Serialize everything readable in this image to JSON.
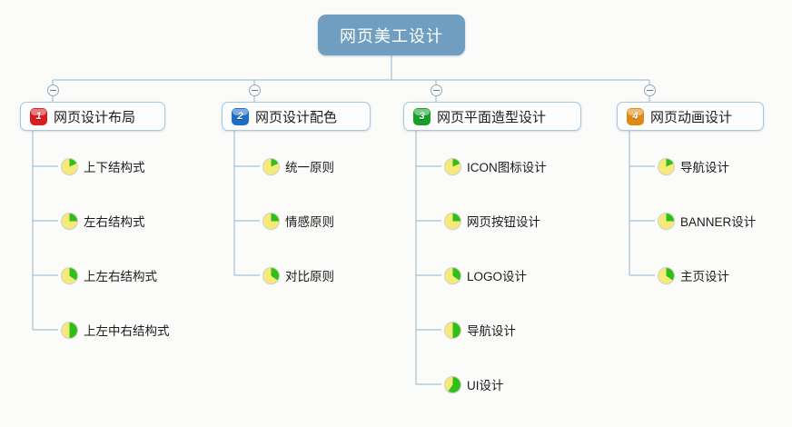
{
  "diagram": {
    "title": "网页美工设计",
    "type": "mindmap-tree",
    "background_color": "#fbfbfa",
    "root": {
      "label": "网页美工设计",
      "fill_color": "#6f9ec0",
      "text_color": "#ffffff"
    },
    "connector_color": "#8fb4cf",
    "collapse_icon": "minus-circle-icon",
    "branches": [
      {
        "number": "1",
        "label": "网页设计布局",
        "badge_color": "#d81e20",
        "badge_shape": "rounded-square",
        "children": [
          {
            "label": "上下结构式",
            "icon": "pie-progress-icon",
            "fill_percent": 18
          },
          {
            "label": "左右结构式",
            "icon": "pie-progress-icon",
            "fill_percent": 25
          },
          {
            "label": "上左右结构式",
            "icon": "pie-progress-icon",
            "fill_percent": 35
          },
          {
            "label": "上左中右结构式",
            "icon": "pie-progress-icon",
            "fill_percent": 50
          }
        ]
      },
      {
        "number": "2",
        "label": "网页设计配色",
        "badge_color": "#1e6fc4",
        "badge_shape": "rounded-square",
        "children": [
          {
            "label": "统一原则",
            "icon": "pie-progress-icon",
            "fill_percent": 18
          },
          {
            "label": "情感原则",
            "icon": "pie-progress-icon",
            "fill_percent": 25
          },
          {
            "label": "对比原则",
            "icon": "pie-progress-icon",
            "fill_percent": 35
          }
        ]
      },
      {
        "number": "3",
        "label": "网页平面造型设计",
        "badge_color": "#16a02a",
        "badge_shape": "rounded-square",
        "children": [
          {
            "label": "ICON图标设计",
            "icon": "pie-progress-icon",
            "fill_percent": 18
          },
          {
            "label": "网页按钮设计",
            "icon": "pie-progress-icon",
            "fill_percent": 25
          },
          {
            "label": "LOGO设计",
            "icon": "pie-progress-icon",
            "fill_percent": 35
          },
          {
            "label": "导航设计",
            "icon": "pie-progress-icon",
            "fill_percent": 50
          },
          {
            "label": "UI设计",
            "icon": "pie-progress-icon",
            "fill_percent": 60
          }
        ]
      },
      {
        "number": "4",
        "label": "网页动画设计",
        "badge_color": "#e08a16",
        "badge_shape": "rounded-square",
        "children": [
          {
            "label": "导航设计",
            "icon": "pie-progress-icon",
            "fill_percent": 18
          },
          {
            "label": "BANNER设计",
            "icon": "pie-progress-icon",
            "fill_percent": 25
          },
          {
            "label": "主页设计",
            "icon": "pie-progress-icon",
            "fill_percent": 35
          }
        ]
      }
    ]
  }
}
